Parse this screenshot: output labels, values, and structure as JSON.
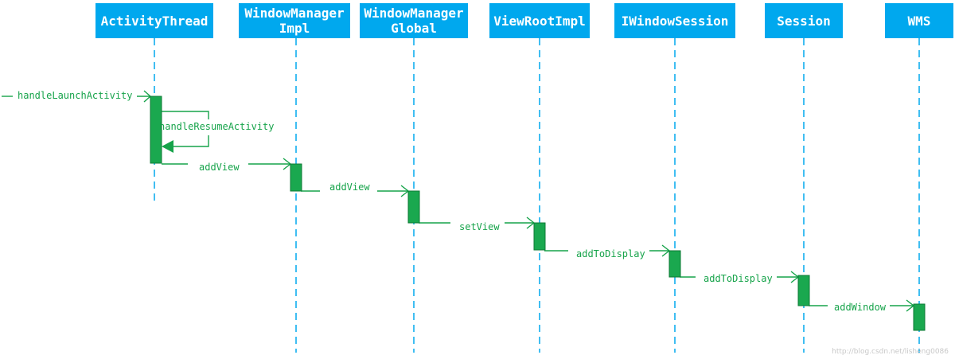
{
  "participants": [
    {
      "id": "activity_thread",
      "lines": [
        "ActivityThread"
      ]
    },
    {
      "id": "window_manager_impl",
      "lines": [
        "WindowManager",
        "Impl"
      ]
    },
    {
      "id": "window_manager_global",
      "lines": [
        "WindowManager",
        "Global"
      ]
    },
    {
      "id": "view_root_impl",
      "lines": [
        "ViewRootImpl"
      ]
    },
    {
      "id": "iwindow_session",
      "lines": [
        "IWindowSession"
      ]
    },
    {
      "id": "session",
      "lines": [
        "Session"
      ]
    },
    {
      "id": "wms",
      "lines": [
        "WMS"
      ]
    }
  ],
  "messages": [
    {
      "from": "external",
      "to": "activity_thread",
      "label": "handleLaunchActivity"
    },
    {
      "from": "activity_thread",
      "to": "activity_thread",
      "label": "handleResumeActivity"
    },
    {
      "from": "activity_thread",
      "to": "window_manager_impl",
      "label": "addView"
    },
    {
      "from": "window_manager_impl",
      "to": "window_manager_global",
      "label": "addView"
    },
    {
      "from": "window_manager_global",
      "to": "view_root_impl",
      "label": "setView"
    },
    {
      "from": "view_root_impl",
      "to": "iwindow_session",
      "label": "addToDisplay"
    },
    {
      "from": "iwindow_session",
      "to": "session",
      "label": "addToDisplay"
    },
    {
      "from": "session",
      "to": "wms",
      "label": "addWindow"
    }
  ],
  "colors": {
    "header": "#00a8ee",
    "lifeline": "#00a8ee",
    "activation": "#1aa84f",
    "message": "#16a34a"
  },
  "watermark": "http://blog.csdn.net/lisheng0086"
}
